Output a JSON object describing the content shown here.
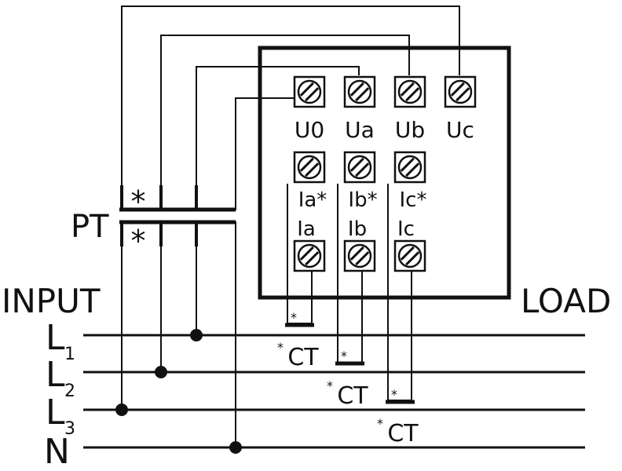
{
  "diagram": {
    "pt_label": "PT",
    "pt_star": "*",
    "input_label": "INPUT",
    "load_label": "LOAD",
    "lines": {
      "l1": {
        "letter": "L",
        "sub": "1"
      },
      "l2": {
        "letter": "L",
        "sub": "2"
      },
      "l3": {
        "letter": "L",
        "sub": "3"
      },
      "n": {
        "letter": "N"
      }
    },
    "voltage_terminals": [
      "U0",
      "Ua",
      "Ub",
      "Uc"
    ],
    "current_terminals_top": [
      "Ia*",
      "Ib*",
      "Ic*"
    ],
    "current_terminals_bottom": [
      "Ia",
      "Ib",
      "Ic"
    ],
    "ct_star": "*",
    "ct_label": "CT"
  },
  "colors": {
    "stroke": "#111111",
    "background": "#ffffff"
  }
}
